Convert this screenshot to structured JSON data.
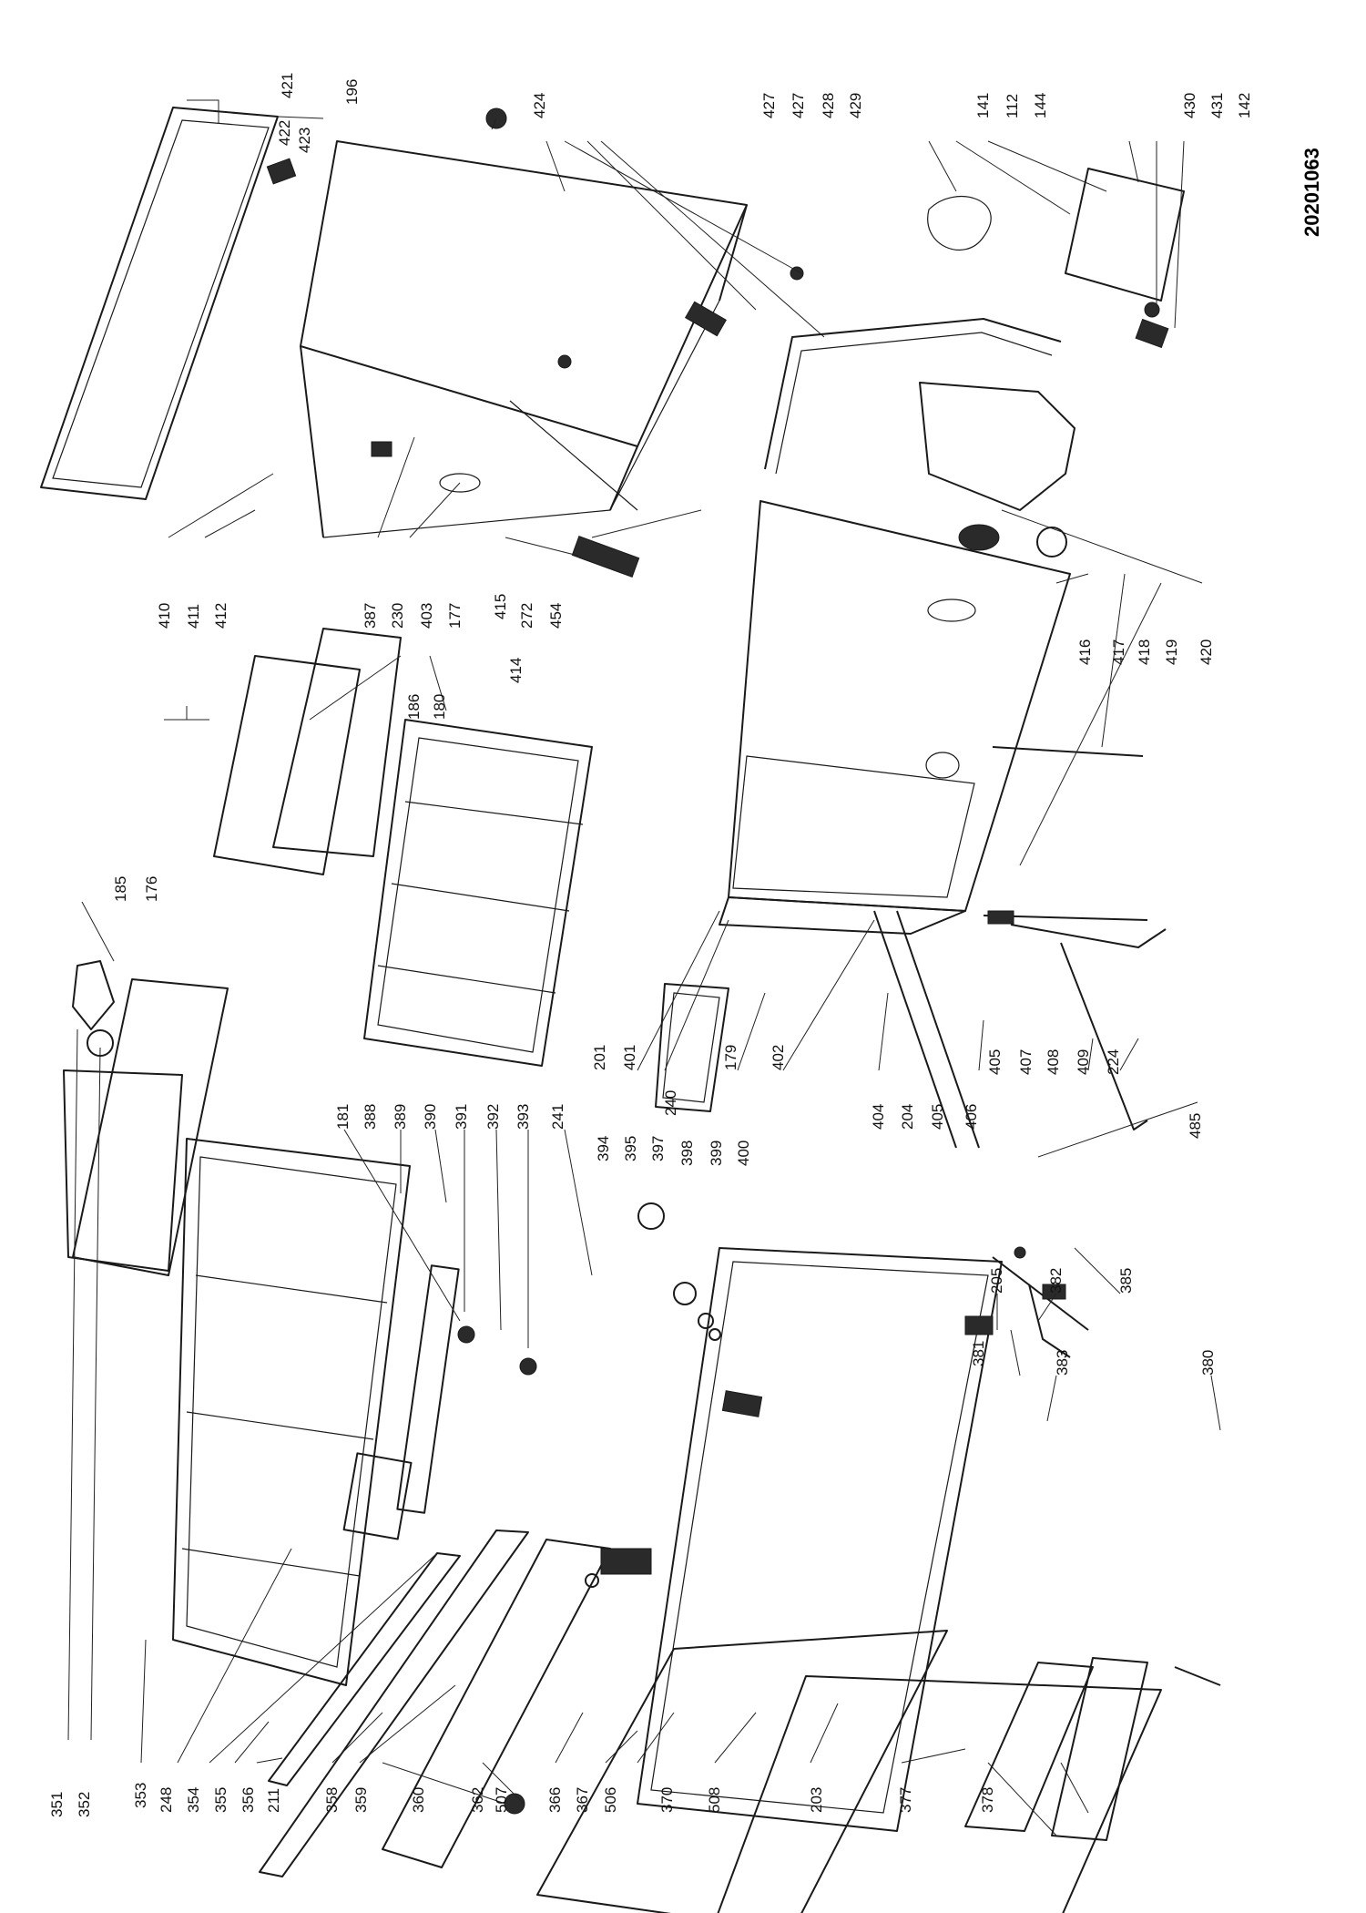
{
  "document": {
    "code": "20201063"
  },
  "labels": [
    {
      "id": "196",
      "text": "196"
    },
    {
      "id": "421",
      "text": "421"
    },
    {
      "id": "422",
      "text": "422"
    },
    {
      "id": "423",
      "text": "423"
    },
    {
      "id": "424",
      "text": "424"
    },
    {
      "id": "427a",
      "text": "427"
    },
    {
      "id": "427b",
      "text": "427"
    },
    {
      "id": "428",
      "text": "428"
    },
    {
      "id": "429",
      "text": "429"
    },
    {
      "id": "141",
      "text": "141"
    },
    {
      "id": "112",
      "text": "112"
    },
    {
      "id": "144",
      "text": "144"
    },
    {
      "id": "430",
      "text": "430"
    },
    {
      "id": "431",
      "text": "431"
    },
    {
      "id": "142",
      "text": "142"
    },
    {
      "id": "410",
      "text": "410"
    },
    {
      "id": "411",
      "text": "411"
    },
    {
      "id": "412",
      "text": "412"
    },
    {
      "id": "387",
      "text": "387"
    },
    {
      "id": "230",
      "text": "230"
    },
    {
      "id": "403",
      "text": "403"
    },
    {
      "id": "415",
      "text": "415"
    },
    {
      "id": "272",
      "text": "272"
    },
    {
      "id": "454",
      "text": "454"
    },
    {
      "id": "416",
      "text": "416"
    },
    {
      "id": "417",
      "text": "417"
    },
    {
      "id": "418",
      "text": "418"
    },
    {
      "id": "419",
      "text": "419"
    },
    {
      "id": "420",
      "text": "420"
    },
    {
      "id": "185",
      "text": "185"
    },
    {
      "id": "176",
      "text": "176"
    },
    {
      "id": "186",
      "text": "186"
    },
    {
      "id": "177",
      "text": "177"
    },
    {
      "id": "180",
      "text": "180"
    },
    {
      "id": "414",
      "text": "414"
    },
    {
      "id": "181",
      "text": "181"
    },
    {
      "id": "388",
      "text": "388"
    },
    {
      "id": "389",
      "text": "389"
    },
    {
      "id": "390",
      "text": "390"
    },
    {
      "id": "391",
      "text": "391"
    },
    {
      "id": "392",
      "text": "392"
    },
    {
      "id": "393",
      "text": "393"
    },
    {
      "id": "241",
      "text": "241"
    },
    {
      "id": "201",
      "text": "201"
    },
    {
      "id": "401",
      "text": "401"
    },
    {
      "id": "240",
      "text": "240"
    },
    {
      "id": "179",
      "text": "179"
    },
    {
      "id": "402",
      "text": "402"
    },
    {
      "id": "394",
      "text": "394"
    },
    {
      "id": "395",
      "text": "395"
    },
    {
      "id": "397",
      "text": "397"
    },
    {
      "id": "398",
      "text": "398"
    },
    {
      "id": "399",
      "text": "399"
    },
    {
      "id": "400",
      "text": "400"
    },
    {
      "id": "404",
      "text": "404"
    },
    {
      "id": "204",
      "text": "204"
    },
    {
      "id": "405a",
      "text": "405"
    },
    {
      "id": "405b",
      "text": "405"
    },
    {
      "id": "406",
      "text": "406"
    },
    {
      "id": "407",
      "text": "407"
    },
    {
      "id": "408",
      "text": "408"
    },
    {
      "id": "409",
      "text": "409"
    },
    {
      "id": "224",
      "text": "224"
    },
    {
      "id": "485",
      "text": "485"
    },
    {
      "id": "205",
      "text": "205"
    },
    {
      "id": "382",
      "text": "382"
    },
    {
      "id": "381",
      "text": "381"
    },
    {
      "id": "383",
      "text": "383"
    },
    {
      "id": "385",
      "text": "385"
    },
    {
      "id": "380",
      "text": "380"
    },
    {
      "id": "351",
      "text": "351"
    },
    {
      "id": "352",
      "text": "352"
    },
    {
      "id": "353",
      "text": "353"
    },
    {
      "id": "248",
      "text": "248"
    },
    {
      "id": "354",
      "text": "354"
    },
    {
      "id": "355",
      "text": "355"
    },
    {
      "id": "356",
      "text": "356"
    },
    {
      "id": "211",
      "text": "211"
    },
    {
      "id": "358",
      "text": "358"
    },
    {
      "id": "359",
      "text": "359"
    },
    {
      "id": "360",
      "text": "360"
    },
    {
      "id": "362",
      "text": "362"
    },
    {
      "id": "507",
      "text": "507"
    },
    {
      "id": "366",
      "text": "366"
    },
    {
      "id": "367",
      "text": "367"
    },
    {
      "id": "506",
      "text": "506"
    },
    {
      "id": "370",
      "text": "370"
    },
    {
      "id": "508",
      "text": "508"
    },
    {
      "id": "203",
      "text": "203"
    },
    {
      "id": "377",
      "text": "377"
    },
    {
      "id": "378",
      "text": "378"
    }
  ]
}
